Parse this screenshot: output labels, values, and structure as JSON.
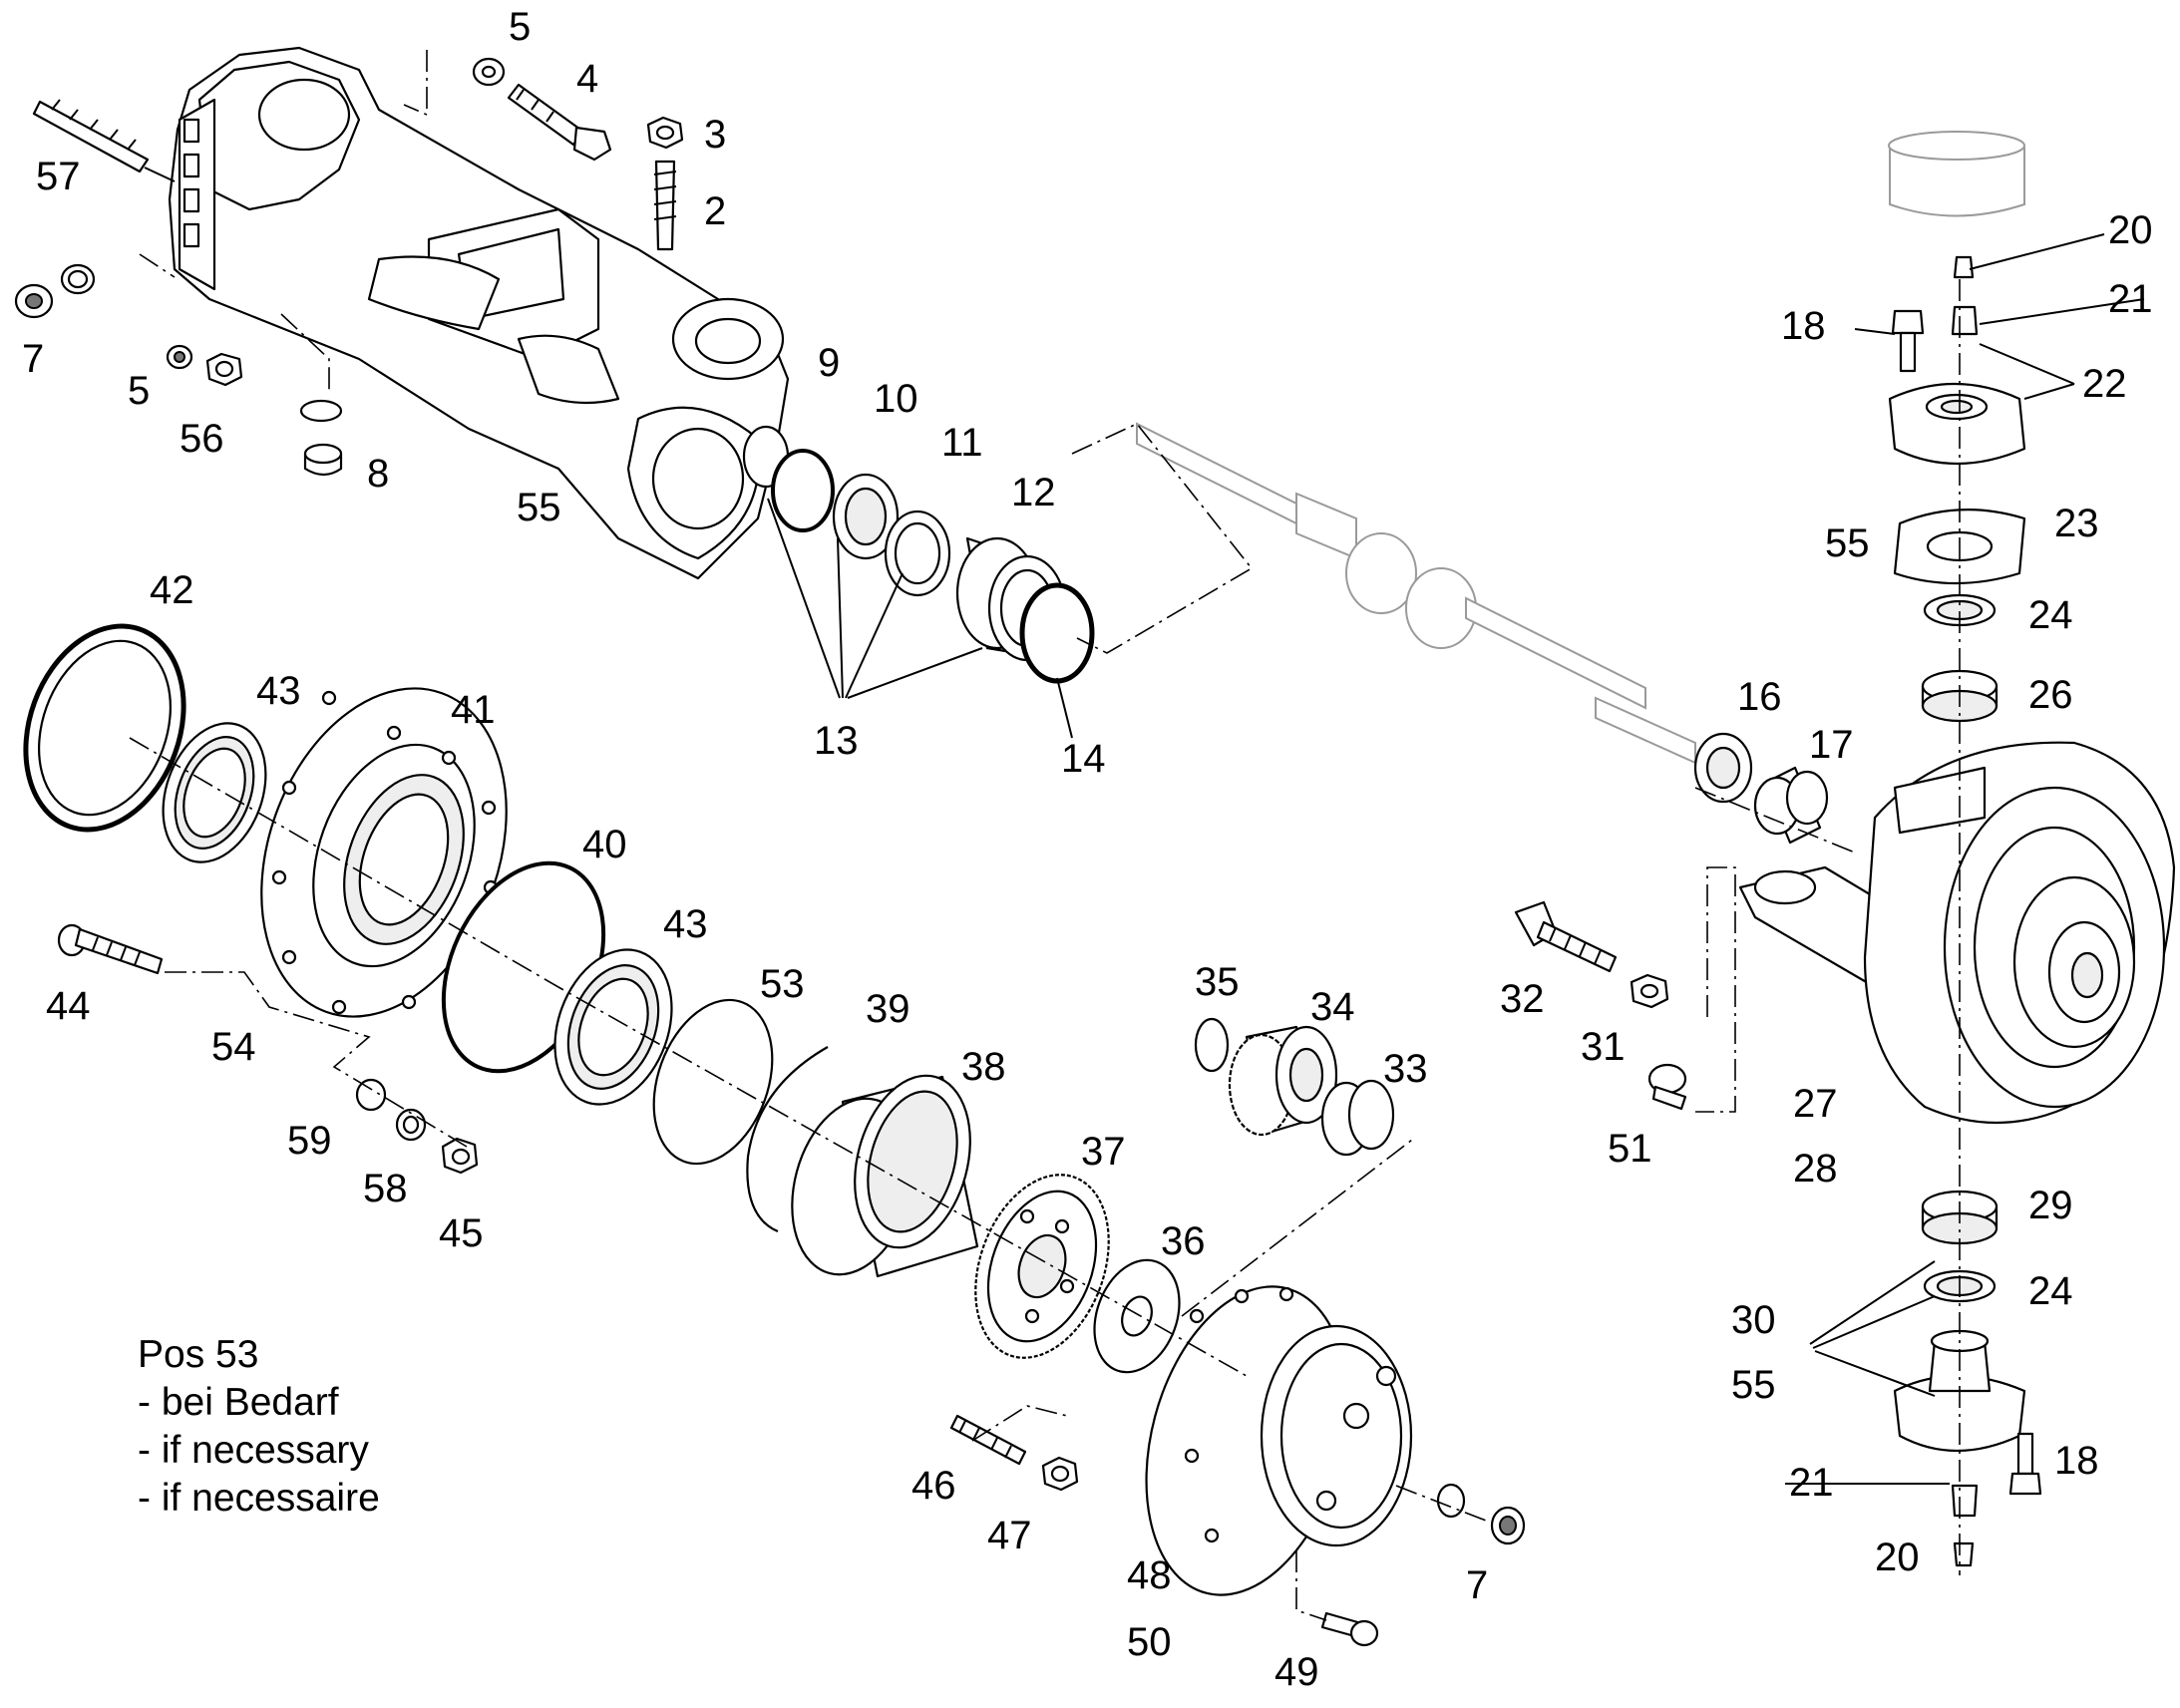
{
  "labels": {
    "p57": "57",
    "p5a": "5",
    "p4": "4",
    "p3": "3",
    "p2": "2",
    "p7a": "7",
    "p5b": "5",
    "p56": "56",
    "p8": "8",
    "p55a": "55",
    "p9": "9",
    "p10": "10",
    "p11": "11",
    "p12": "12",
    "p13": "13",
    "p14": "14",
    "p42": "42",
    "p43a": "43",
    "p41": "41",
    "p40": "40",
    "p43b": "43",
    "p44": "44",
    "p54": "54",
    "p53": "53",
    "p39": "39",
    "p38": "38",
    "p59": "59",
    "p58": "58",
    "p45": "45",
    "p35": "35",
    "p34": "34",
    "p33": "33",
    "p37": "37",
    "p36": "36",
    "p46": "46",
    "p47": "47",
    "p48": "48",
    "p50": "50",
    "p49": "49",
    "p7b": "7",
    "p20a": "20",
    "p18a": "18",
    "p21a": "21",
    "p22": "22",
    "p55b": "55",
    "p23": "23",
    "p24a": "24",
    "p26": "26",
    "p16": "16",
    "p17": "17",
    "p32": "32",
    "p31": "31",
    "p51": "51",
    "p27": "27",
    "p28": "28",
    "p29": "29",
    "p30": "30",
    "p24b": "24",
    "p55c": "55",
    "p18b": "18",
    "p21b": "21",
    "p20b": "20"
  },
  "note": {
    "line1": "Pos 53",
    "line2": "- bei Bedarf",
    "line3": "- if necessary",
    "line4": "- if necessaire"
  }
}
